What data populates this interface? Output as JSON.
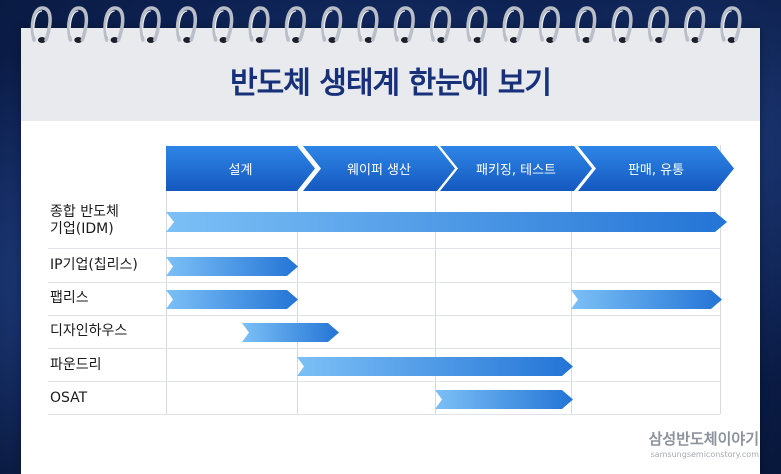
{
  "title": "반도체 생태계 한눈에 보기",
  "phases": [
    "설계",
    "웨이퍼 생산",
    "패키징, 테스트",
    "판매, 유통"
  ],
  "rows": [
    {
      "label_lines": [
        "종합 반도체",
        "기업(IDM)"
      ],
      "segments": [
        [
          "설계",
          "판매, 유통"
        ]
      ]
    },
    {
      "label_lines": [
        "IP기업(칩리스)"
      ],
      "segments": [
        [
          "설계"
        ]
      ]
    },
    {
      "label_lines": [
        "팹리스"
      ],
      "segments": [
        [
          "설계"
        ],
        [
          "판매, 유통"
        ]
      ]
    },
    {
      "label_lines": [
        "디자인하우스"
      ],
      "segments": [
        [
          "설계",
          "웨이퍼 생산"
        ]
      ]
    },
    {
      "label_lines": [
        "파운드리"
      ],
      "segments": [
        [
          "웨이퍼 생산",
          "패키징, 테스트"
        ]
      ]
    },
    {
      "label_lines": [
        "OSAT"
      ],
      "segments": [
        [
          "패키징, 테스트"
        ]
      ]
    }
  ],
  "watermark": {
    "main": "삼성반도체이야기",
    "sub": "samsungsemiconstory.com"
  },
  "colors": {
    "navy": "#16307a",
    "phase_blue": "#1f73d8",
    "bar_light": "#6cb6f3",
    "bar_dark": "#2779d8"
  }
}
